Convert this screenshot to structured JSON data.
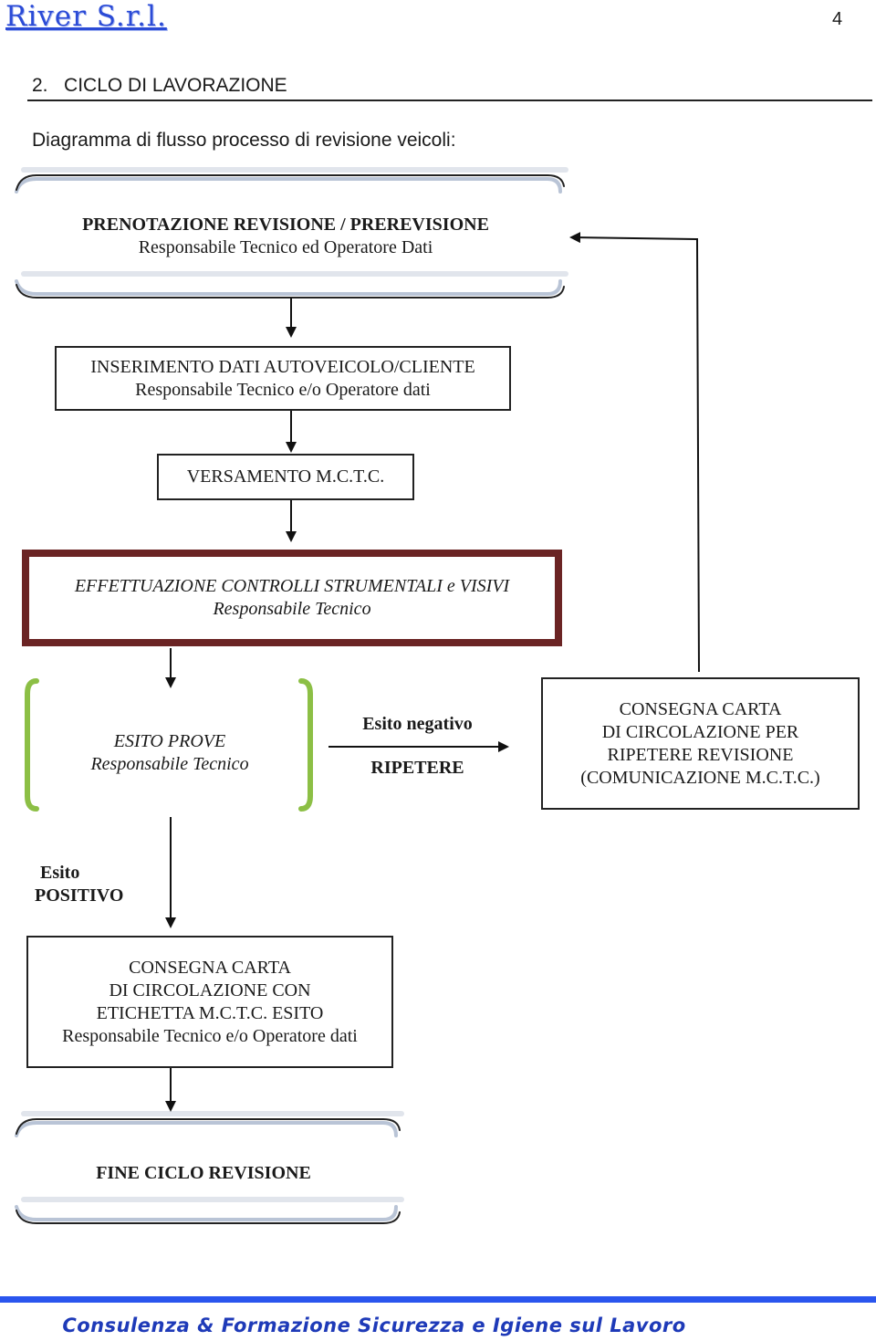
{
  "header": {
    "brand": "River S.r.l.",
    "page_number": "4"
  },
  "section": {
    "number": "2.",
    "title": "CICLO DI LAVORAZIONE"
  },
  "intro": "Diagramma di flusso processo di revisione veicoli:",
  "nodes": {
    "prenotazione": {
      "title": "PRENOTAZIONE REVISIONE / PREREVISIONE",
      "subtitle": "Responsabile Tecnico ed Operatore Dati"
    },
    "inserimento": {
      "title": "INSERIMENTO DATI AUTOVEICOLO/CLIENTE",
      "subtitle": "Responsabile Tecnico e/o Operatore dati"
    },
    "versamento": {
      "title": "VERSAMENTO M.C.T.C."
    },
    "controlli": {
      "title": "EFFETTUAZIONE CONTROLLI STRUMENTALI e VISIVI",
      "subtitle": "Responsabile Tecnico"
    },
    "esito_prove": {
      "title": "ESITO PROVE",
      "subtitle": "Responsabile Tecnico"
    },
    "consegna_ripetere": {
      "lines": [
        "CONSEGNA CARTA",
        "DI CIRCOLAZIONE PER",
        "RIPETERE REVISIONE",
        "(COMUNICAZIONE M.C.T.C.)"
      ]
    },
    "consegna_etichetta": {
      "lines": [
        "CONSEGNA CARTA",
        "DI CIRCOLAZIONE CON",
        "ETICHETTA M.C.T.C. ESITO",
        "Responsabile Tecnico e/o Operatore dati"
      ]
    },
    "fine": {
      "title": "FINE CICLO REVISIONE"
    }
  },
  "edges": {
    "negativo": {
      "label": "Esito negativo",
      "action": "RIPETERE"
    },
    "positivo": {
      "label_1": "Esito",
      "label_2": "POSITIVO"
    }
  },
  "footer": {
    "text": "Consulenza & Formazione Sicurezza e Igiene sul Lavoro"
  },
  "colors": {
    "brand": "#2b4bd6",
    "maroon": "#6b2424",
    "green_brace": "#8cbf45",
    "footer": "#2a55ee"
  }
}
